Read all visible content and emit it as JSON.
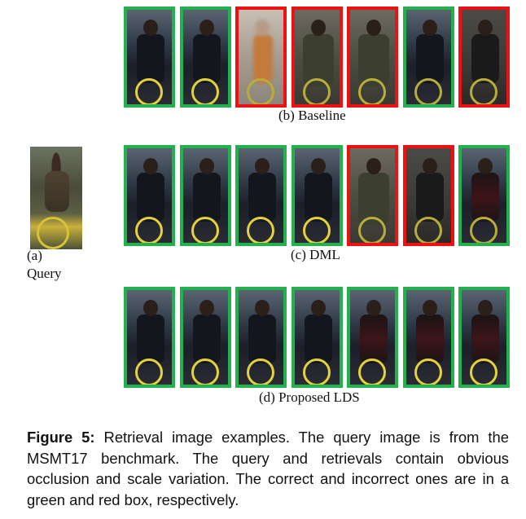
{
  "query": {
    "label_prefix": "(a)",
    "label_text": "Query"
  },
  "rows": [
    {
      "label": "(b)  Baseline",
      "results": [
        {
          "correct": true,
          "style": "t-yellow"
        },
        {
          "correct": true,
          "style": "t-yellow"
        },
        {
          "correct": false,
          "style": "t-blur"
        },
        {
          "correct": false,
          "style": "t-coat"
        },
        {
          "correct": false,
          "style": "t-coat"
        },
        {
          "correct": true,
          "style": ""
        },
        {
          "correct": false,
          "style": "t-dark"
        }
      ]
    },
    {
      "label": "(c)  DML",
      "results": [
        {
          "correct": true,
          "style": "t-yellow"
        },
        {
          "correct": true,
          "style": "t-yellow"
        },
        {
          "correct": true,
          "style": "t-yellow"
        },
        {
          "correct": true,
          "style": "t-yellow"
        },
        {
          "correct": false,
          "style": "t-coat"
        },
        {
          "correct": false,
          "style": "t-dark"
        },
        {
          "correct": true,
          "style": "t-red"
        }
      ]
    },
    {
      "label": "(d)  Proposed LDS",
      "results": [
        {
          "correct": true,
          "style": "t-yellow"
        },
        {
          "correct": true,
          "style": "t-yellow"
        },
        {
          "correct": true,
          "style": "t-yellow"
        },
        {
          "correct": true,
          "style": "t-yellow"
        },
        {
          "correct": true,
          "style": "t-red t-yellow"
        },
        {
          "correct": true,
          "style": "t-red t-yellow"
        },
        {
          "correct": true,
          "style": "t-red t-yellow"
        }
      ]
    }
  ],
  "caption": {
    "figure_label": "Figure 5:",
    "text": " Retrieval image examples.  The query image is from the MSMT17 benchmark. The query and retrievals contain obvious occlusion and scale variation. The correct and incorrect ones are in a green and red box, respectively."
  },
  "colors": {
    "correct": "#22b14c",
    "incorrect": "#ee1111"
  }
}
